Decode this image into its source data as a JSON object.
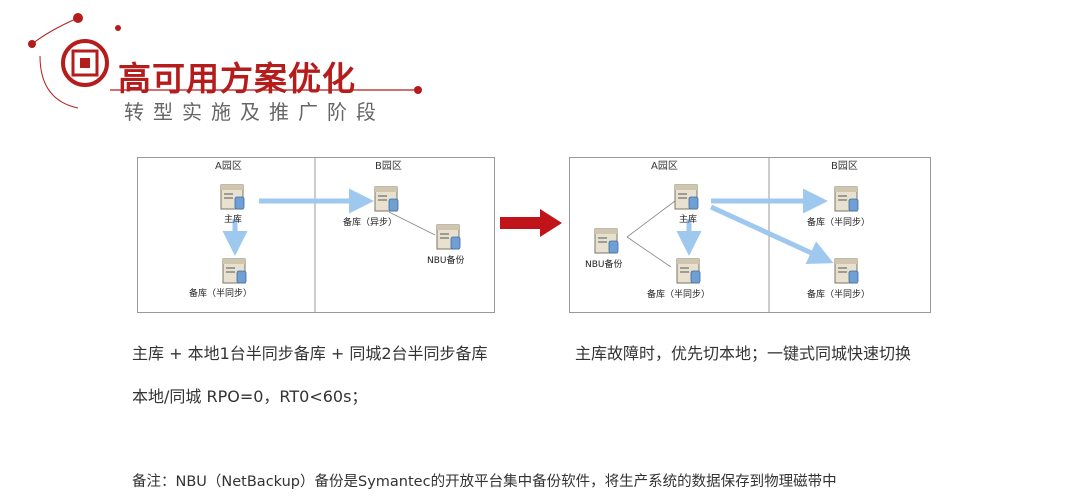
{
  "header": {
    "title": "高可用方案优化",
    "subtitle": "转型实施及推广阶段",
    "brand_color": "#b51c1c"
  },
  "left_diagram": {
    "zone_a": "A园区",
    "zone_b": "B园区",
    "primary": "主库",
    "standby_local": "备库（半同步）",
    "standby_async": "备库（异步）",
    "nbu": "NBU备份"
  },
  "right_diagram": {
    "zone_a": "A园区",
    "zone_b": "B园区",
    "primary": "主库",
    "nbu": "NBU备份",
    "standby_local": "备库（半同步）",
    "standby_remote_1": "备库（半同步）",
    "standby_remote_2": "备库（半同步）"
  },
  "captions": {
    "left_line1": "主库 + 本地1台半同步备库 + 同城2台半同步备库",
    "left_line2": "本地/同城 RPO=0，RT0<60s；",
    "right_line1": "主库故障时，优先切本地；一键式同城快速切换"
  },
  "note": "备注：NBU（NetBackup）备份是Symantec的开放平台集中备份软件，将生产系统的数据保存到物理磁带中",
  "colors": {
    "arrow_blue": "#9ec8ee",
    "transition_arrow": "#c0141a",
    "frame_border": "#999999"
  }
}
